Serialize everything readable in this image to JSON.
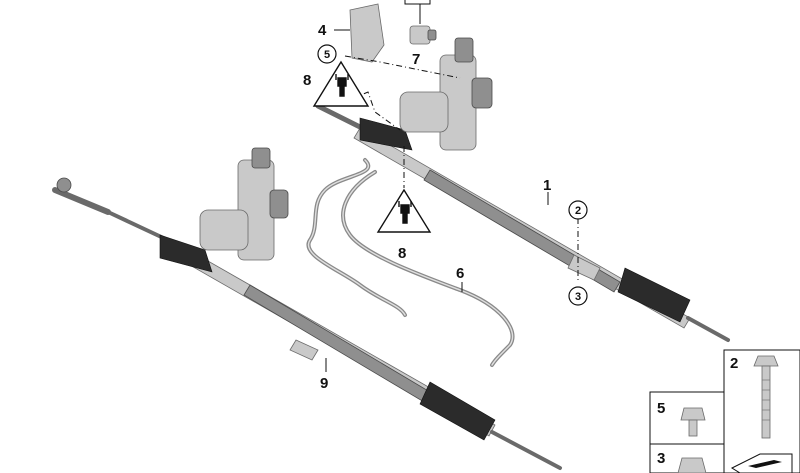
{
  "callouts": {
    "c1": "1",
    "c2": "2",
    "c3": "3",
    "c4": "4",
    "c5": "5",
    "c6": "6",
    "c7": "7",
    "c8_top": "8",
    "c8_mid": "8",
    "c9": "9"
  },
  "parts_table": {
    "cell_2": "2",
    "cell_5": "5",
    "cell_3": "3"
  }
}
